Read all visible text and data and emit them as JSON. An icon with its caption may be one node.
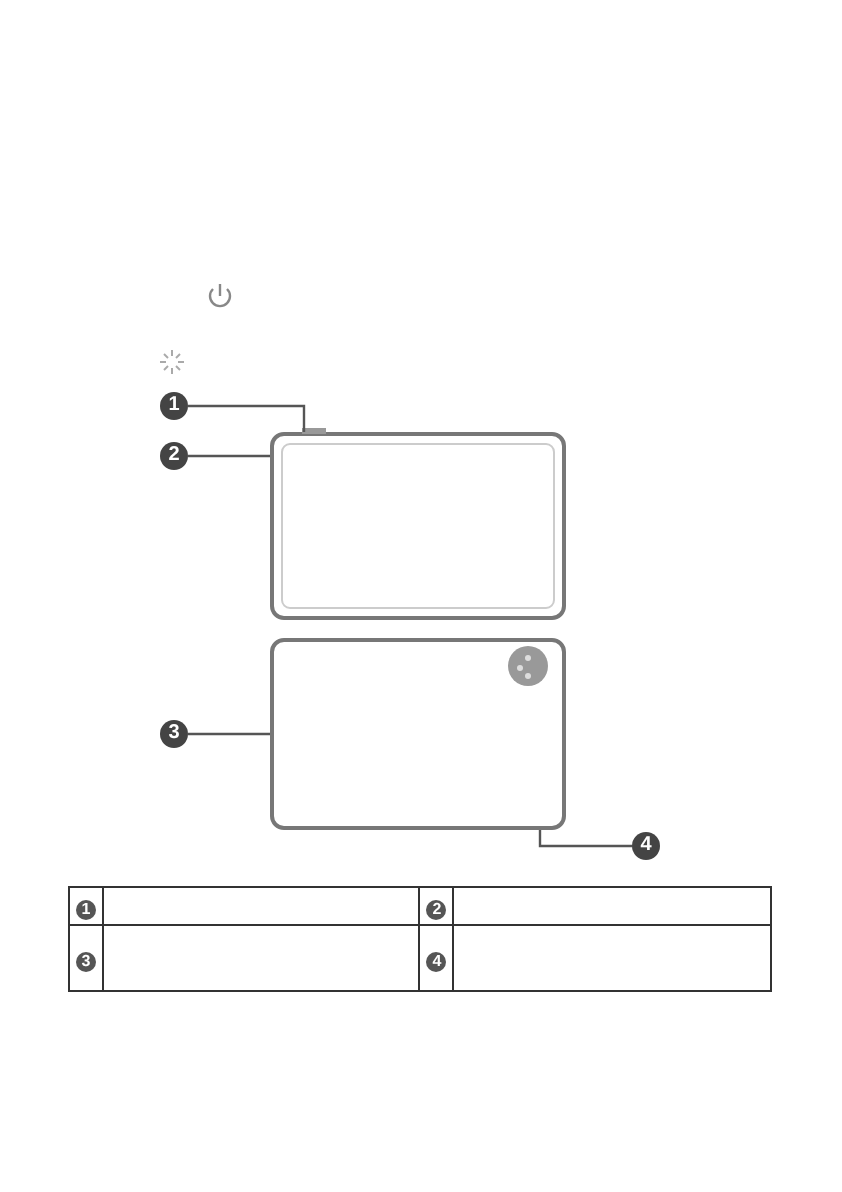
{
  "diagram": {
    "nodes": [
      {
        "text": [
          "1"
        ]
      },
      {
        "text": [
          "2"
        ]
      },
      {
        "text": [],
        "shape": "picture"
      },
      {
        "text": [
          "3"
        ]
      },
      {
        "text": [],
        "shape": "picture"
      },
      {
        "text": [
          "4"
        ]
      }
    ],
    "edges": [
      {
        "from": 0,
        "to": 2,
        "arrow": "none"
      },
      {
        "from": 1,
        "to": 2,
        "arrow": "none"
      },
      {
        "from": 3,
        "to": 4,
        "arrow": "none"
      },
      {
        "from": 5,
        "to": 4,
        "arrow": "none"
      }
    ],
    "labels": [
      "1",
      "2",
      "3",
      "4"
    ]
  }
}
